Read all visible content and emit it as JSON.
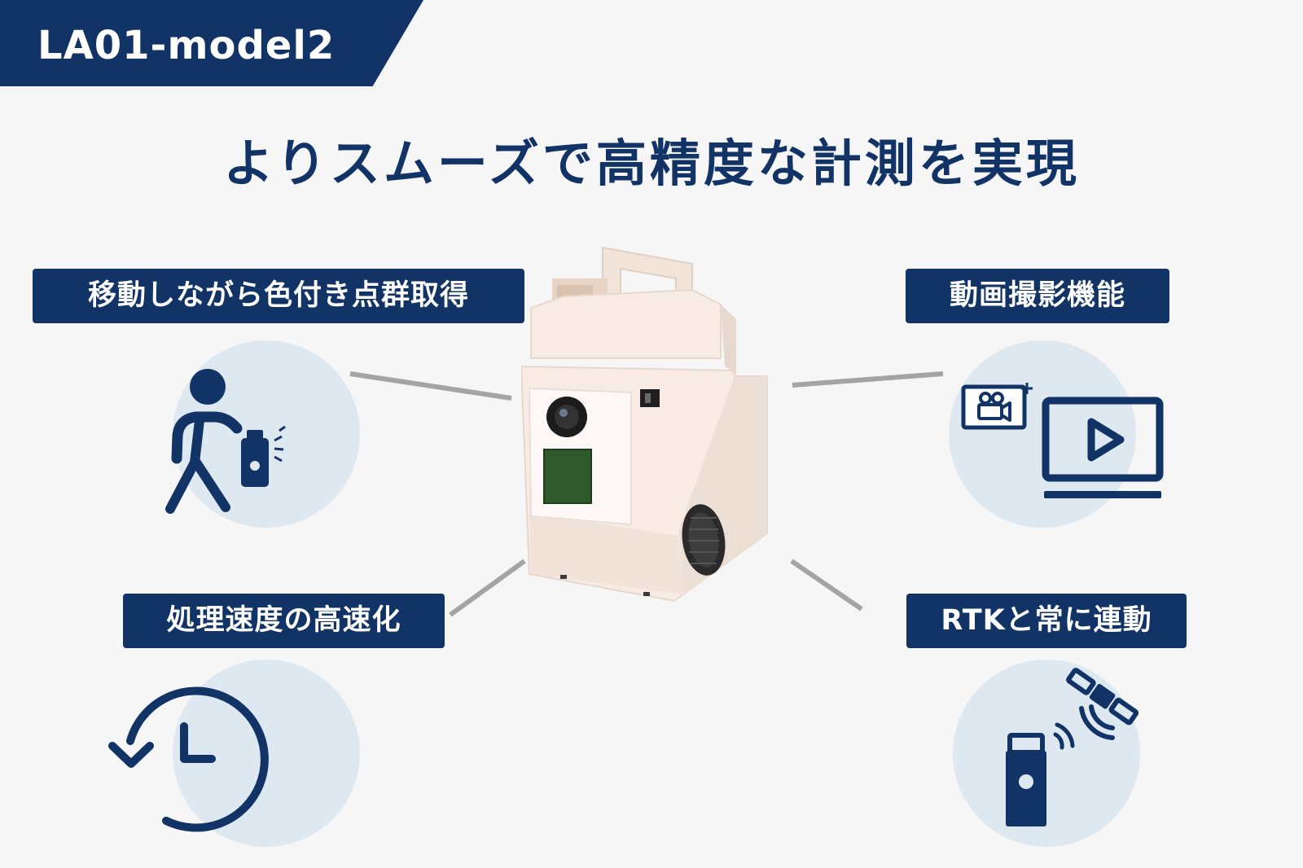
{
  "model": {
    "name": "LA01-model2"
  },
  "headline": "よりスムーズで高精度な計測を実現",
  "features": [
    {
      "label": "移動しながら色付き点群取得",
      "icon": "walking-person-with-scanner-icon"
    },
    {
      "label": "動画撮影機能",
      "icon": "video-recording-icon"
    },
    {
      "label": "処理速度の高速化",
      "icon": "clock-rewind-icon"
    },
    {
      "label": "RTKと常に連動",
      "icon": "rtk-satellite-receiver-icon"
    }
  ],
  "colors": {
    "navy": "#123366",
    "circle": "#dee8f0",
    "connector": "#a4a4a4",
    "background": "#f6f6f7",
    "device_body": "#f7ebe4"
  }
}
